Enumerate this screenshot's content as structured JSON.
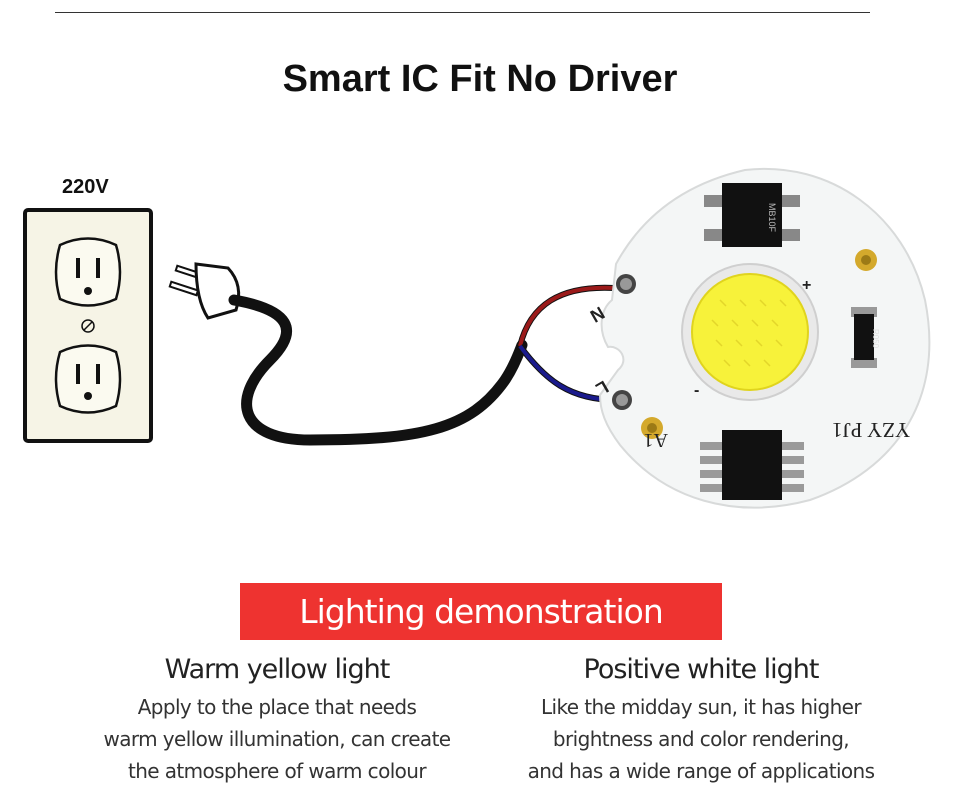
{
  "title": "Smart IC Fit No Driver",
  "voltage_label": "220V",
  "board": {
    "terminal_n": "N",
    "terminal_l": "L",
    "polarity_plus": "+",
    "polarity_minus": "-",
    "marking_a1": "A1",
    "marking_model": "YZY PJ1",
    "resistor_code": "R050",
    "bridge_code": "MB10F"
  },
  "colors": {
    "banner": "#ee3330",
    "led_yellow": "#f7f23a",
    "wire_red": "#9b1a1a",
    "wire_blue": "#1a1a8c",
    "outlet_face": "#f6f4e6"
  },
  "demo": {
    "banner_label": "Lighting demonstration",
    "warm": {
      "title": "Warm yellow light",
      "lines": [
        "Apply to the place that needs",
        "warm yellow illumination, can create",
        "the atmosphere of warm colour"
      ]
    },
    "white": {
      "title": "Positive white light",
      "lines": [
        "Like the midday sun, it has higher",
        "brightness and color rendering,",
        "and has a wide range of applications"
      ]
    }
  }
}
